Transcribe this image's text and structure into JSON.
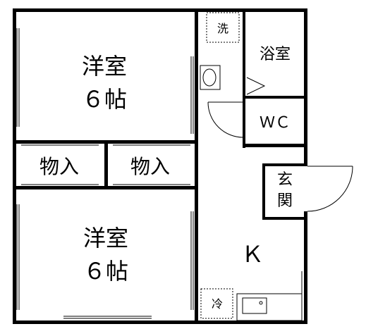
{
  "rooms": {
    "western_top": {
      "line1": "洋室",
      "line2": "６帖"
    },
    "closet_left": "物入",
    "closet_right": "物入",
    "western_bottom": {
      "line1": "洋室",
      "line2": "６帖"
    },
    "washer": "洗",
    "bath": "浴室",
    "wc": "ＷＣ",
    "entrance": {
      "line1": "玄",
      "line2": "関"
    },
    "kitchen": "Ｋ",
    "fridge": "冷"
  }
}
